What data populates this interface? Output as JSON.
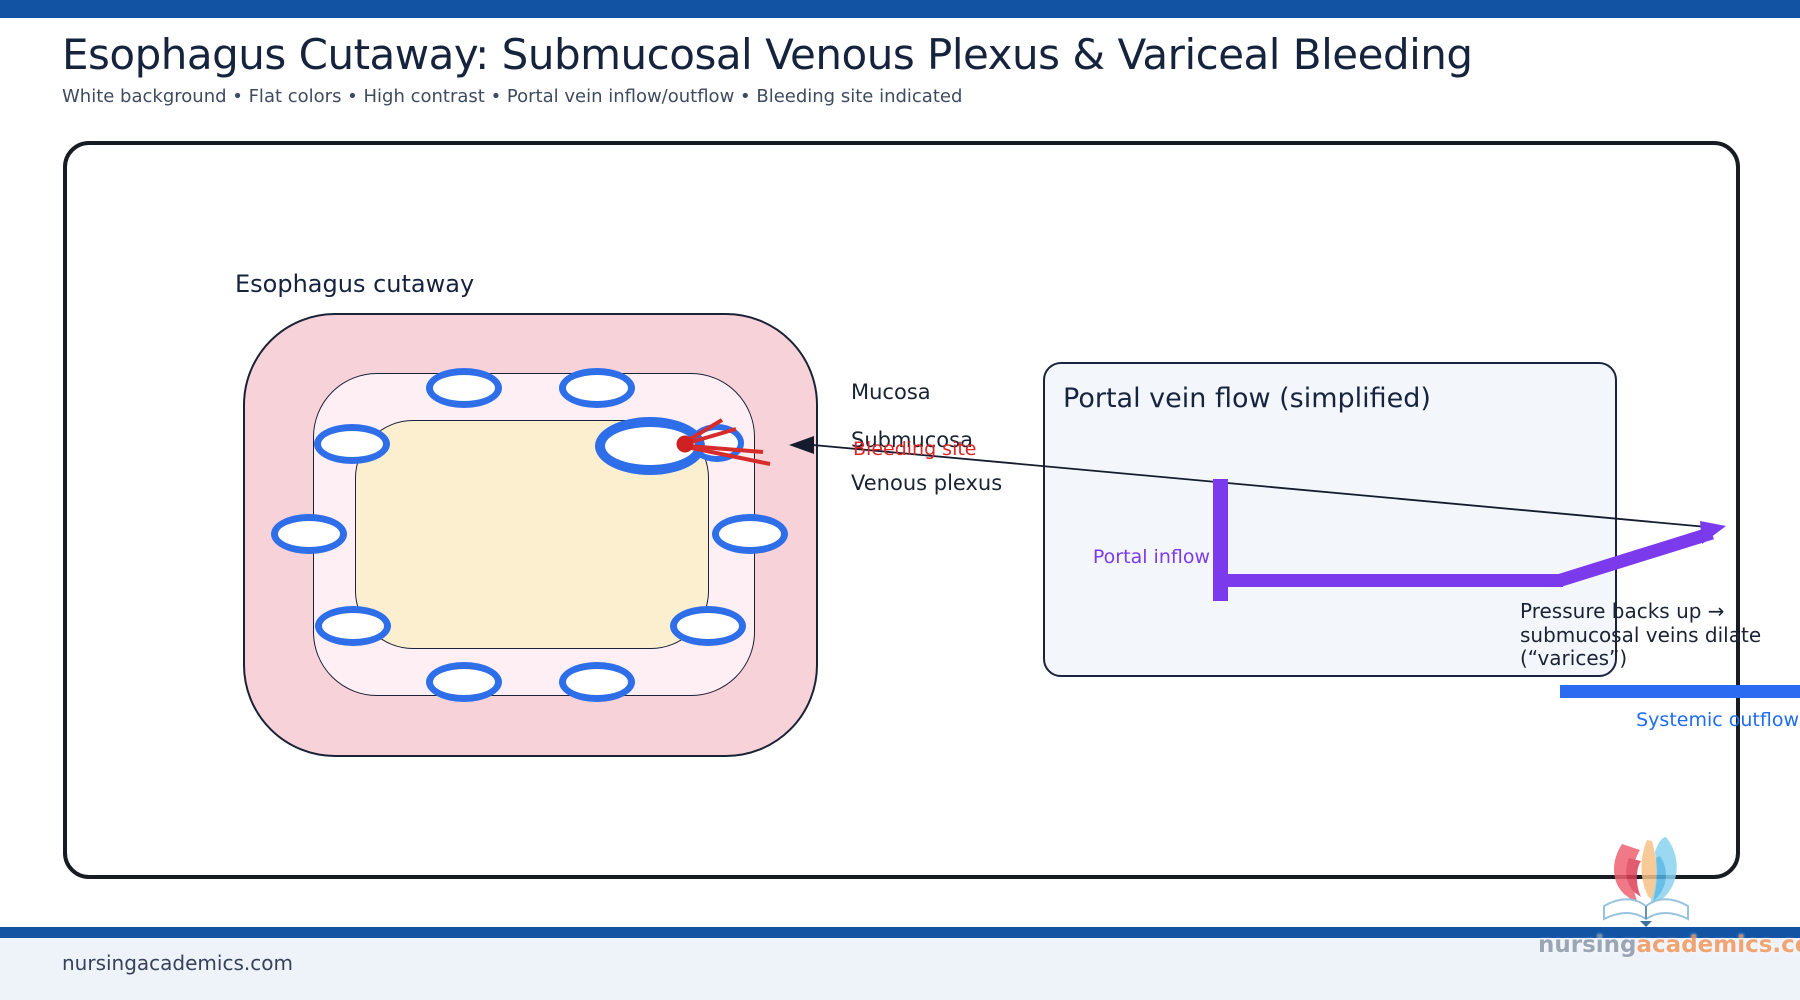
{
  "header": {
    "title": "Esophagus Cutaway: Submucosal Venous Plexus & Variceal Bleeding",
    "subtitle": "White background • Flat colors • High contrast • Portal vein inflow/outflow • Bleeding site indicated"
  },
  "esophagus": {
    "section_label": "Esophagus cutaway",
    "layer_labels": {
      "mucosa": "Mucosa",
      "submucosa": "Submucosa",
      "venous_plexus": "Venous plexus"
    },
    "bleeding_site_label": "Bleeding site",
    "vein_count_regular": 9
  },
  "portal_panel": {
    "title": "Portal vein flow (simplified)",
    "inflow_label": "Portal inflow",
    "outflow_label": "Systemic outflow",
    "pressure_note": {
      "line1": "Pressure backs up →",
      "line2": "submucosal veins dilate",
      "line3": "(“varices”)"
    }
  },
  "footer": {
    "site": "nursingacademics.com",
    "logo_text_gray": "nursing",
    "logo_text_orange": "academics.com"
  },
  "colors": {
    "top_bar_blue": "#1253a4",
    "title_navy": "#16233d",
    "mucosa_pink": "#f8d2d9",
    "submucosa_light_pink": "#fdeff3",
    "lumen_cream": "#fbefcf",
    "vein_blue": "#2e6ee9",
    "bleed_red": "#d62c2c",
    "portal_purple": "#7c3aed",
    "outflow_blue": "#2b6bf2",
    "panel_fill": "#f3f6fb",
    "outline_navy": "#1a2236",
    "footer_bg": "#eef2f9",
    "logo_orange": "#f0975c",
    "logo_gray": "#8d99a8"
  }
}
